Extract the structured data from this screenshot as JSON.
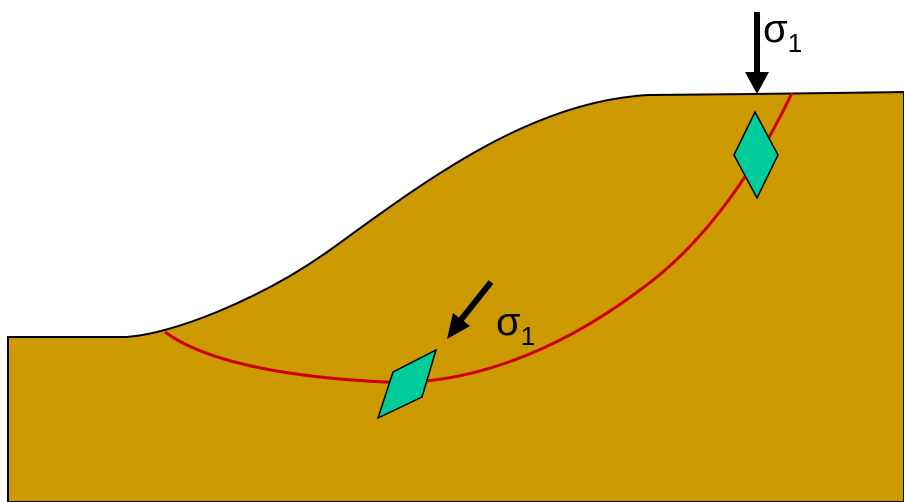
{
  "labels": {
    "top_symbol": "σ",
    "top_subscript": "1",
    "bottom_symbol": "σ",
    "bottom_subscript": "1"
  },
  "colors": {
    "soil": "#CC9900",
    "outline": "#000000",
    "slip_surface": "#CC0000",
    "element": "#00CC99",
    "arrow": "#000000",
    "background": "#FFFFFF"
  }
}
